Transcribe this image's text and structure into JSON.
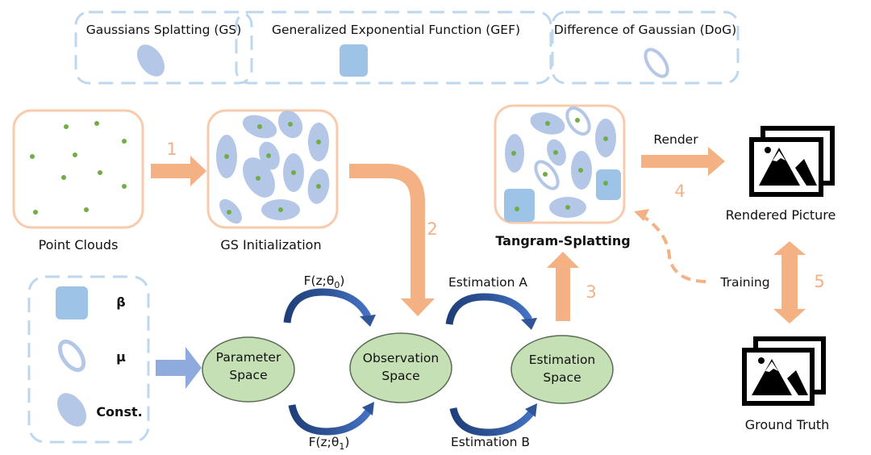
{
  "legend": {
    "items": [
      {
        "label": "Gaussians Splatting (GS)",
        "shape": "ellipse"
      },
      {
        "label": "Generalized Exponential Function (GEF)",
        "shape": "rounded-square"
      },
      {
        "label": "Difference of Gaussian (DoG)",
        "shape": "ring"
      }
    ]
  },
  "stages": {
    "point_clouds": "Point Clouds",
    "gs_init": "GS Initialization",
    "tangram": "Tangram-Splatting",
    "rendered": "Rendered Picture",
    "ground_truth": "Ground Truth"
  },
  "steps": {
    "s1": "1",
    "s2": "2",
    "s3": "3",
    "s4": "4",
    "s5": "5"
  },
  "edge_labels": {
    "render": "Render",
    "training": "Training",
    "f0": "F(z;θ",
    "f0_sub": "0",
    "f1": "F(z;θ",
    "f1_sub": "1",
    "close": ")",
    "est_a": "Estimation A",
    "est_b": "Estimation B"
  },
  "spaces": {
    "parameter": [
      "Parameter",
      "Space"
    ],
    "observation": [
      "Observation",
      "Space"
    ],
    "estimation": [
      "Estimation",
      "Space"
    ]
  },
  "params_box": {
    "beta": "β",
    "mu": "μ",
    "const": "Const."
  },
  "colors": {
    "orange": "#f4b183",
    "orange_border": "#f8cbad",
    "gauss_blue": "#b4c7e7",
    "gef_blue": "#9dc3e6",
    "dash_blue": "#bdd7ee",
    "point_green": "#70ad47",
    "space_green": "#c5e0b4",
    "arc_blue": "#2f5597",
    "param_arrow": "#8faadc"
  }
}
